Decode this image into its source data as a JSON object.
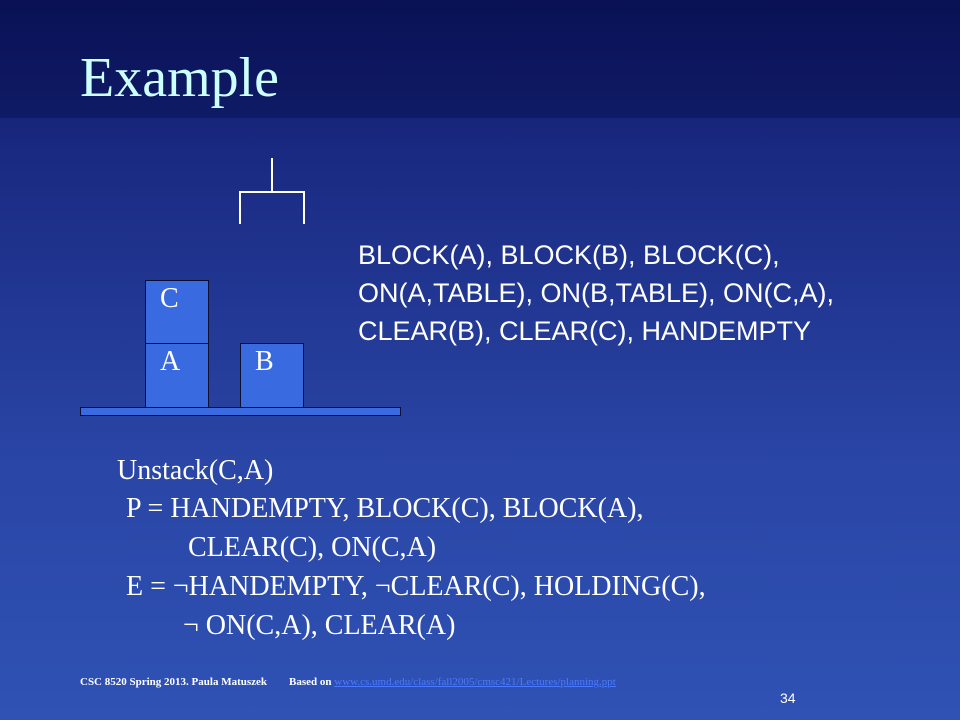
{
  "slide": {
    "title": "Example",
    "blocks": {
      "c": "C",
      "a": "A",
      "b": "B"
    },
    "state": {
      "line1": "BLOCK(A), BLOCK(B), BLOCK(C),",
      "line2": "ON(A,TABLE), ON(B,TABLE), ON(C,A),",
      "line3": "CLEAR(B), CLEAR(C), HANDEMPTY"
    },
    "operator": {
      "name": "Unstack(C,A)",
      "precond_1": "P = HANDEMPTY, BLOCK(C), BLOCK(A),",
      "precond_2": "CLEAR(C), ON(C,A)",
      "effect_1": "E = ¬HANDEMPTY, ¬CLEAR(C), HOLDING(C),",
      "effect_2": "¬ ON(C,A), CLEAR(A)"
    },
    "footer": {
      "credit": "CSC 8520 Spring 2013. Paula Matuszek",
      "based_on_label": "Based on",
      "link_text": "www.cs.umd.edu/class/fall2005/cmsc421/Lectures/planning.ppt"
    },
    "page_number": "34"
  }
}
